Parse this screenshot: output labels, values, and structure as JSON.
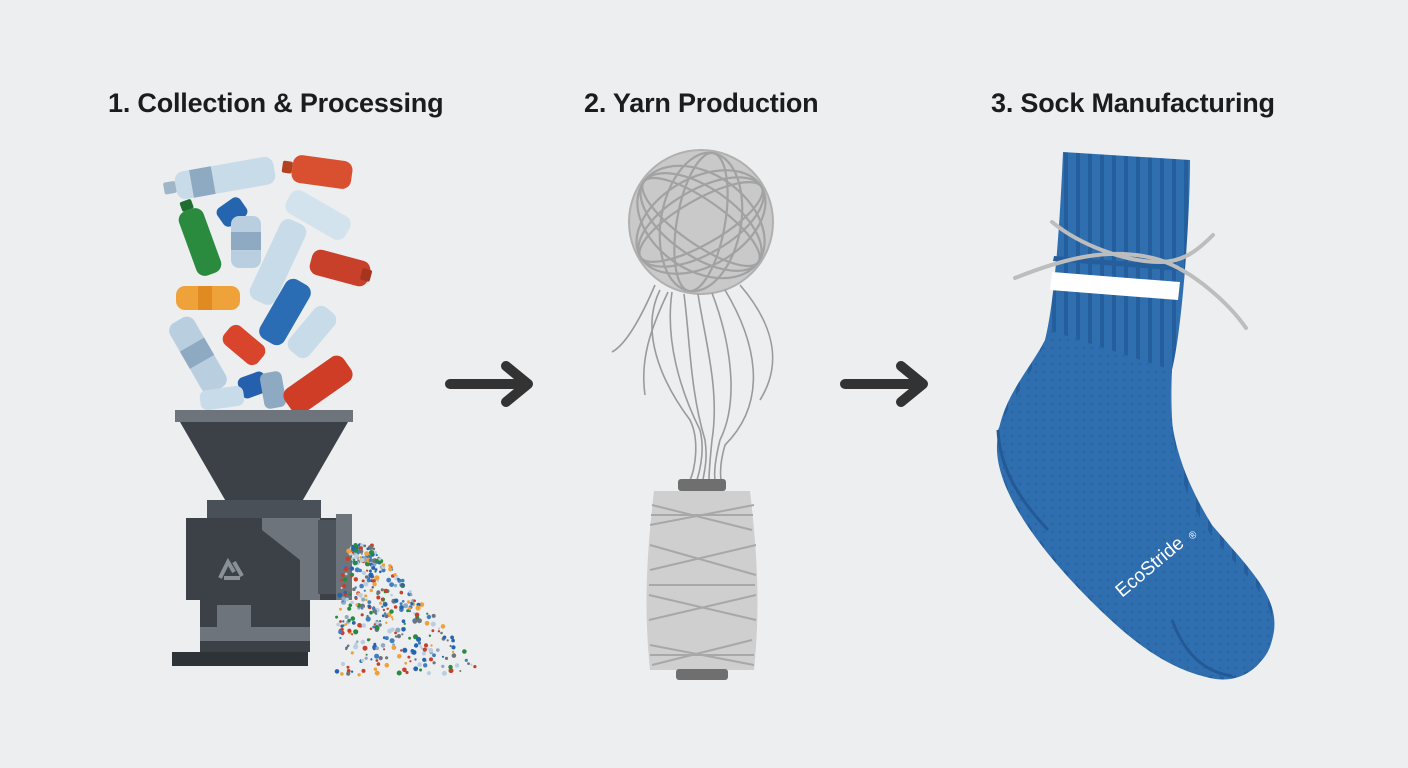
{
  "steps": [
    {
      "label": "1. Collection & Processing"
    },
    {
      "label": "2. Yarn Production"
    },
    {
      "label": "3. Sock Manufacturing"
    }
  ],
  "sock": {
    "brand": "EcoStride",
    "mark": "®"
  },
  "colors": {
    "background": "#eceef0",
    "title": "#1c1c1c",
    "arrow": "#333333",
    "machine": "#3c4147",
    "machine_light": "#6e747b",
    "yarn": "#c9c9c9",
    "sock": "#2f6fb0",
    "sock_dark": "#235a96",
    "stripe": "#ffffff"
  },
  "icons": [
    "plastic-bottle-icon",
    "shredder-machine-icon",
    "recycle-icon",
    "yarn-ball-icon",
    "thread-spool-icon",
    "arrow-right-icon",
    "sock-icon"
  ]
}
